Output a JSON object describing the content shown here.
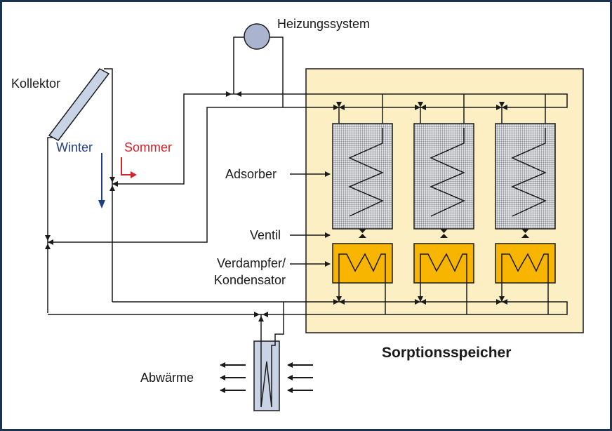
{
  "labels": {
    "heating_system": "Heizungssystem",
    "collector": "Kollektor",
    "winter": "Winter",
    "summer": "Sommer",
    "adsorber": "Adsorber",
    "valve": "Ventil",
    "evaporator_line1": "Verdampfer/",
    "evaporator_line2": "Kondensator",
    "waste_heat": "Abwärme",
    "storage_title": "Sorptionsspeicher"
  },
  "colors": {
    "frame_border": "#1c3350",
    "line": "#1a1a1a",
    "storage_fill": "#fcefc4",
    "adsorber_fill": "#c8cfd8",
    "evaporator_fill": "#f7b500",
    "collector_fill": "#c9d3e6",
    "heater_fill": "#aab4cf",
    "winter": "#1f3f86",
    "summer": "#d0252b"
  },
  "icons": {
    "heater": "pump-circle-icon",
    "collector": "solar-collector-icon",
    "exchanger": "heat-exchanger-icon",
    "module_count": 3
  }
}
